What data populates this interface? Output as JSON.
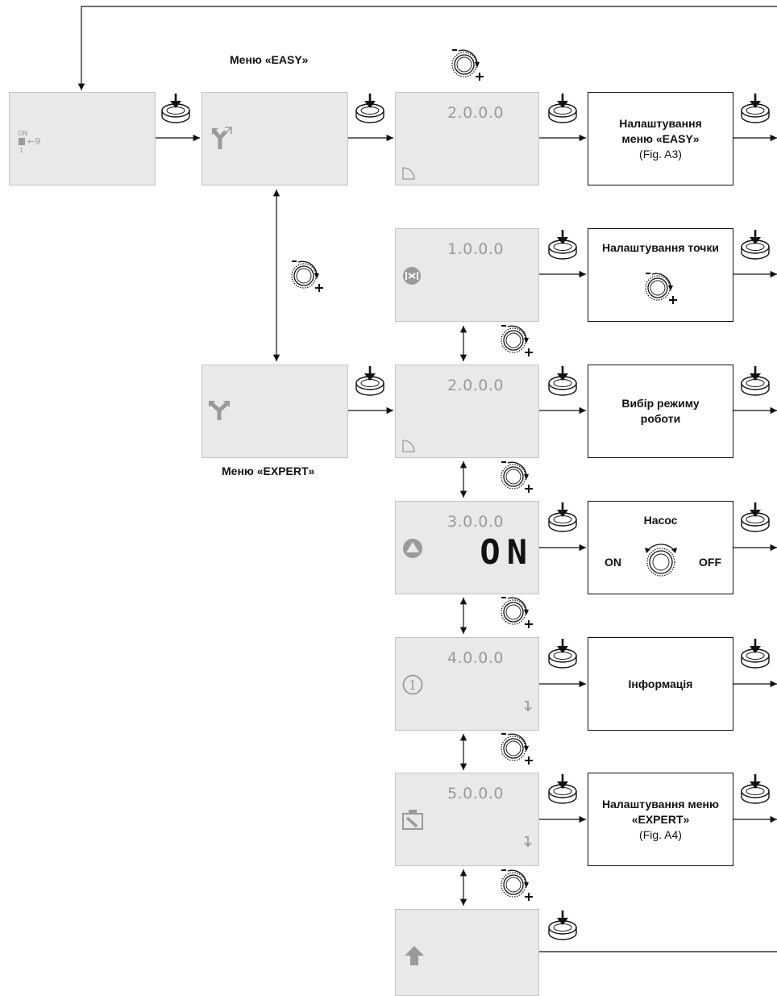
{
  "labels": {
    "easy_menu": "Меню «EASY»",
    "expert_menu": "Меню «EXPERT»"
  },
  "screens": {
    "easy_code": "2.0.0.0",
    "setpoint_code": "1.0.0.0",
    "mode_code": "2.0.0.0",
    "pump_code": "3.0.0.0",
    "pump_state": "ON",
    "info_code": "4.0.0.0",
    "expert_code": "5.0.0.0"
  },
  "boxes": {
    "easy_settings_line1": "Налаштування",
    "easy_settings_line2": "меню «EASY»",
    "easy_settings_ref": "(Fig. A3)",
    "setpoint_title": "Налаштування точки",
    "mode_line1": "Вибір режиму",
    "mode_line2": "роботи",
    "pump_title": "Насос",
    "pump_on": "ON",
    "pump_off": "OFF",
    "info_title": "Інформація",
    "expert_line1": "Налаштування меню",
    "expert_line2": "«EXPERT»",
    "expert_ref": "(Fig. A4)"
  },
  "icons": [
    "press-button-icon",
    "rotary-knob-icon",
    "easy-menu-icon",
    "expert-menu-icon",
    "setpoint-icon",
    "mode-icon",
    "pump-icon",
    "info-icon",
    "expert-settings-icon",
    "return-icon",
    "sub-menu-arrow-icon"
  ]
}
